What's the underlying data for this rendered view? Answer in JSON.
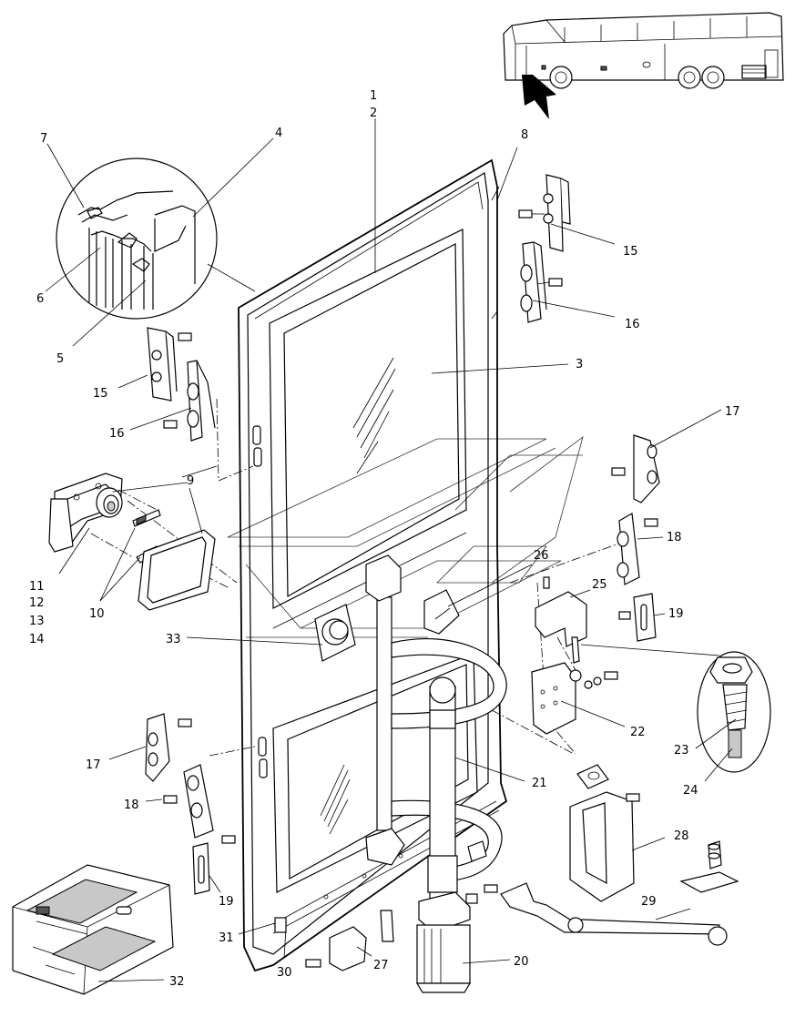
{
  "labels": [
    {
      "id": "1",
      "text": "1"
    },
    {
      "id": "2",
      "text": "2"
    },
    {
      "id": "3",
      "text": "3"
    },
    {
      "id": "4",
      "text": "4"
    },
    {
      "id": "5",
      "text": "5"
    },
    {
      "id": "6",
      "text": "6"
    },
    {
      "id": "7",
      "text": "7"
    },
    {
      "id": "8",
      "text": "8"
    },
    {
      "id": "9",
      "text": "9"
    },
    {
      "id": "10",
      "text": "10"
    },
    {
      "id": "11",
      "text": "11"
    },
    {
      "id": "12",
      "text": "12"
    },
    {
      "id": "13",
      "text": "13"
    },
    {
      "id": "14",
      "text": "14"
    },
    {
      "id": "15a",
      "text": "15"
    },
    {
      "id": "15b",
      "text": "15"
    },
    {
      "id": "16a",
      "text": "16"
    },
    {
      "id": "16b",
      "text": "16"
    },
    {
      "id": "17a",
      "text": "17"
    },
    {
      "id": "17b",
      "text": "17"
    },
    {
      "id": "18a",
      "text": "18"
    },
    {
      "id": "18b",
      "text": "18"
    },
    {
      "id": "19a",
      "text": "19"
    },
    {
      "id": "19b",
      "text": "19"
    },
    {
      "id": "20",
      "text": "20"
    },
    {
      "id": "21",
      "text": "21"
    },
    {
      "id": "22",
      "text": "22"
    },
    {
      "id": "23",
      "text": "23"
    },
    {
      "id": "24",
      "text": "24"
    },
    {
      "id": "25",
      "text": "25"
    },
    {
      "id": "26",
      "text": "26"
    },
    {
      "id": "27",
      "text": "27"
    },
    {
      "id": "28",
      "text": "28"
    },
    {
      "id": "29",
      "text": "29"
    },
    {
      "id": "30",
      "text": "30"
    },
    {
      "id": "31",
      "text": "31"
    },
    {
      "id": "32",
      "text": "32"
    },
    {
      "id": "33",
      "text": "33"
    }
  ]
}
